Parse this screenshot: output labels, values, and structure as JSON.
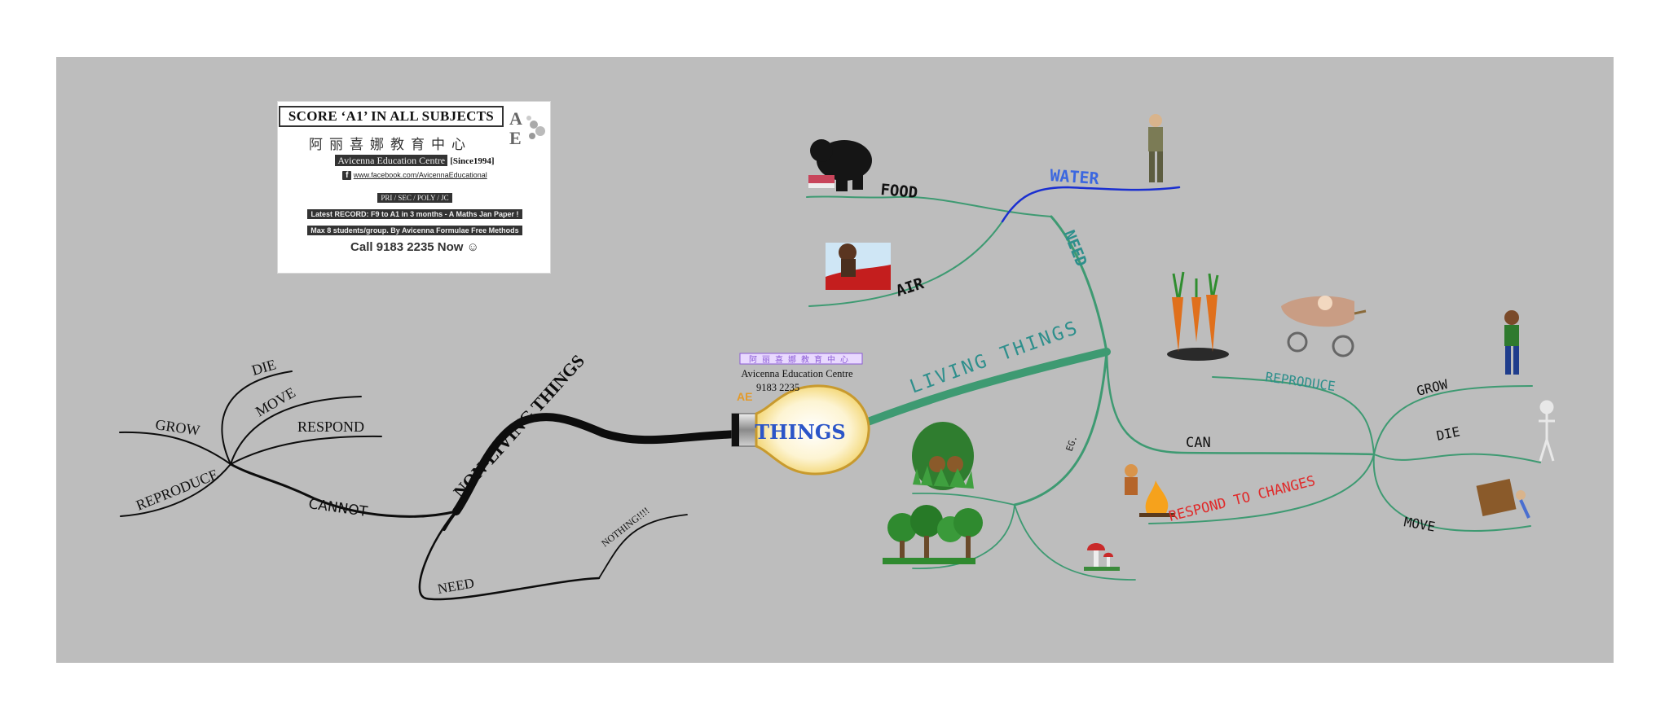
{
  "colors": {
    "canvas": "#bdbdbd",
    "page": "#ffffff",
    "black_branch": "#0d0d0d",
    "green_branch": "#3e9a72",
    "water_blue": "#1a2fd0",
    "water_text": "#3b67e0",
    "teal_text": "#2e8f8c",
    "red_text": "#e02a2a",
    "bulb_text": "#2b55c8"
  },
  "ad": {
    "headline": "SCORE ‘A1’ IN ALL SUBJECTS",
    "chinese_name": "阿丽喜娜教育中心",
    "centre_name": "Avicenna Education Centre",
    "since": "[Since1994]",
    "facebook": "www.facebook.com/AvicennaEducational",
    "levels": "PRI / SEC / POLY / JC",
    "record": "Latest RECORD: F9 to A1 in 3 months - A Maths Jan Paper !",
    "students": "Max 8 students/group. By Avicenna Formulae Free Methods",
    "call": "Call 9183 2235 Now ☺"
  },
  "center": {
    "title": "THINGS",
    "caption_chinese": "阿丽喜娜教育中心",
    "caption_name": "Avicenna Education Centre",
    "caption_phone": "9183 2235"
  },
  "non_living": {
    "title": "NON-LIVING THINGS",
    "cannot": "CANNOT",
    "need": "NEED",
    "nothing": "NOTHING!!!!",
    "grow": "GROW",
    "die": "DIE",
    "move": "MOVE",
    "respond": "RESPOND",
    "reproduce": "REPRODUCE"
  },
  "living": {
    "title": "LIVING THINGS",
    "need": "NEED",
    "food": "FOOD",
    "water": "WATER",
    "air": "AIR",
    "eg": "EG.",
    "can": "CAN",
    "reproduce": "REPRODUCE",
    "grow": "GROW",
    "die": "DIE",
    "move": "MOVE",
    "respond": "RESPOND TO CHANGES"
  }
}
